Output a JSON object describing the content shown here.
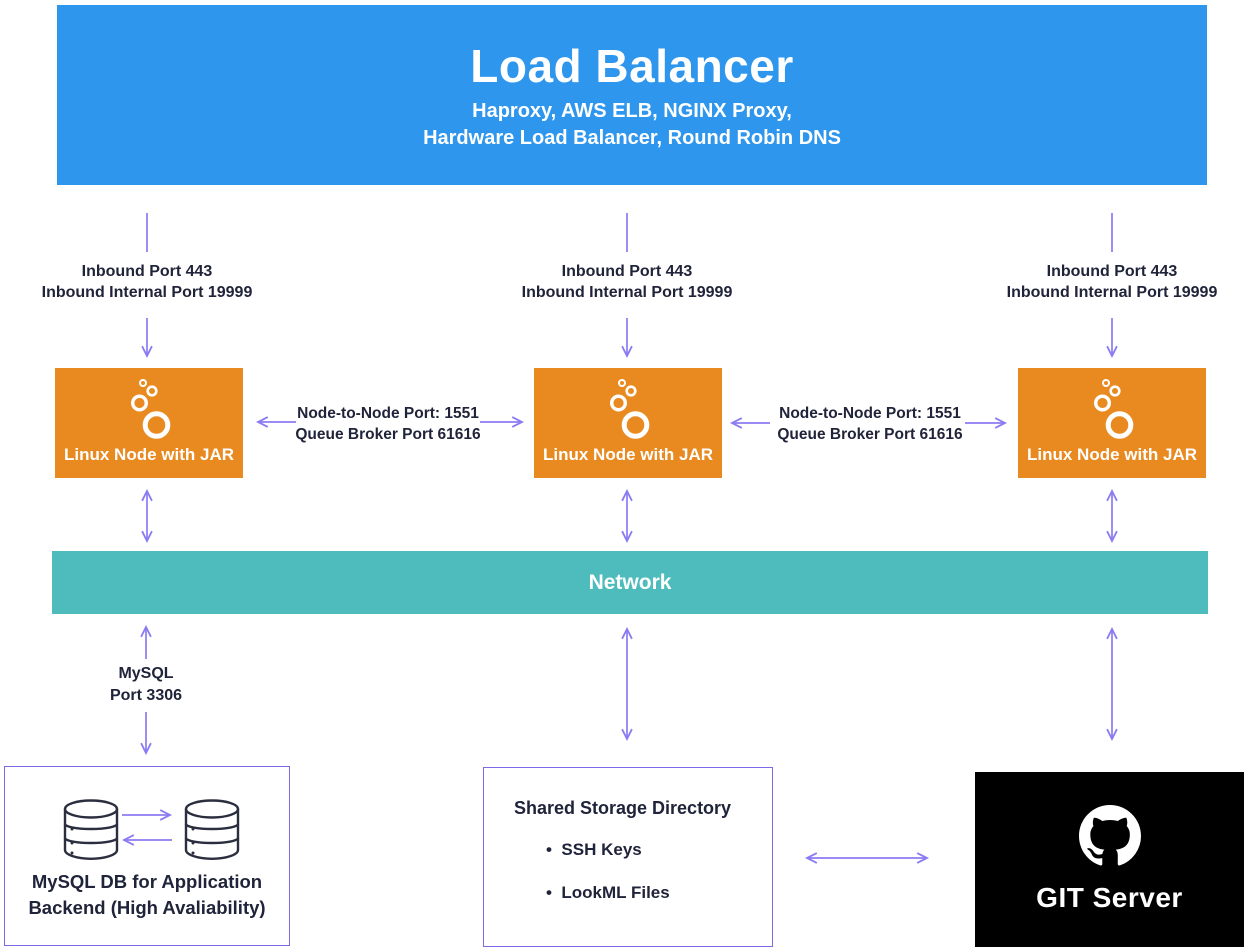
{
  "colors": {
    "load_balancer_blue": "#2E96ED",
    "node_orange": "#E88A20",
    "network_teal": "#4EBCBC",
    "arrow_purple": "#8B7BF2",
    "panel_border_purple": "#7A6AE8",
    "git_black": "#000000",
    "text_dark": "#20243A"
  },
  "load_balancer": {
    "title": "Load Balancer",
    "subtitle_line1": "Haproxy, AWS ELB, NGINX Proxy,",
    "subtitle_line2": "Hardware Load Balancer, Round Robin DNS"
  },
  "inbound": {
    "line1": "Inbound Port 443",
    "line2": "Inbound Internal Port 19999"
  },
  "nodes": [
    {
      "label": "Linux Node with JAR"
    },
    {
      "label": "Linux Node with JAR"
    },
    {
      "label": "Linux Node with JAR"
    }
  ],
  "node_link": {
    "line1": "Node-to-Node Port: 1551",
    "line2": "Queue Broker Port 61616"
  },
  "network": {
    "label": "Network"
  },
  "mysql_link": {
    "line1": "MySQL",
    "line2": "Port 3306"
  },
  "mysql_box": {
    "caption_line1": "MySQL DB for Application",
    "caption_line2": "Backend (High Avaliability)"
  },
  "storage_box": {
    "title": "Shared Storage Directory",
    "items": [
      "SSH Keys",
      "LookML Files"
    ]
  },
  "git_box": {
    "label": "GIT Server"
  }
}
